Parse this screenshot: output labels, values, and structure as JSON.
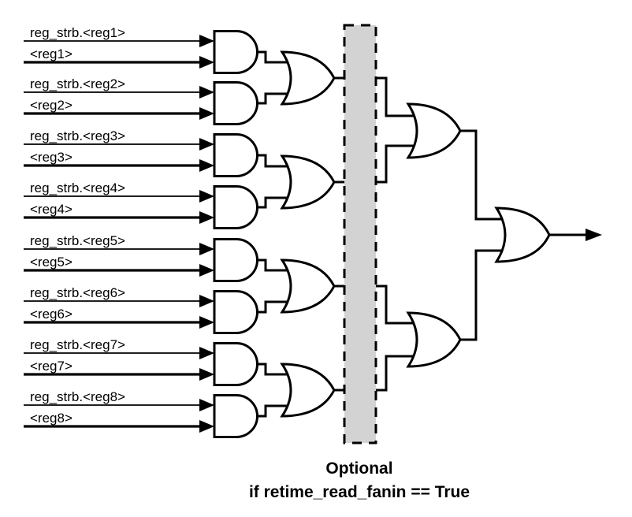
{
  "inputs": [
    {
      "strobe_label": "reg_strb.<reg1>",
      "reg_label": "<reg1>"
    },
    {
      "strobe_label": "reg_strb.<reg2>",
      "reg_label": "<reg2>"
    },
    {
      "strobe_label": "reg_strb.<reg3>",
      "reg_label": "<reg3>"
    },
    {
      "strobe_label": "reg_strb.<reg4>",
      "reg_label": "<reg4>"
    },
    {
      "strobe_label": "reg_strb.<reg5>",
      "reg_label": "<reg5>"
    },
    {
      "strobe_label": "reg_strb.<reg6>",
      "reg_label": "<reg6>"
    },
    {
      "strobe_label": "reg_strb.<reg7>",
      "reg_label": "<reg7>"
    },
    {
      "strobe_label": "reg_strb.<reg8>",
      "reg_label": "<reg8>"
    }
  ],
  "caption": {
    "line1": "Optional",
    "line2": "if retime_read_fanin == True"
  },
  "gates": {
    "and_gates": 8,
    "stage2_or_gates": 4,
    "stage3_or_gates": 2,
    "final_or_gates": 1
  },
  "colors": {
    "wire": "#000000",
    "gate_fill": "#ffffff",
    "register_box_fill": "#d3d3d3",
    "background": "#ffffff"
  }
}
